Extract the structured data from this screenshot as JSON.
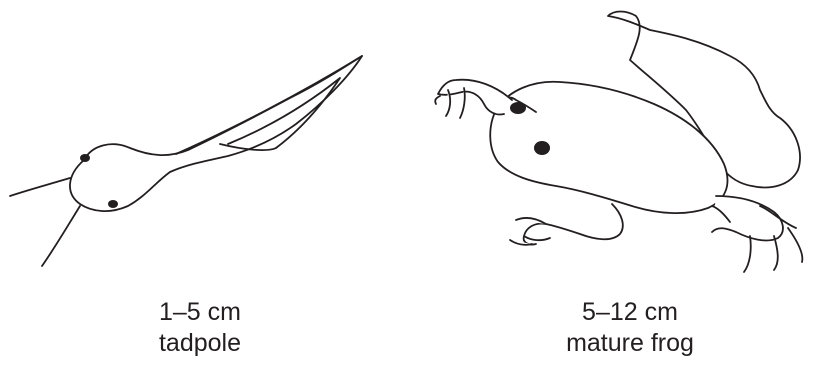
{
  "tadpole": {
    "size": "1–5 cm",
    "name": "tadpole"
  },
  "frog": {
    "size": "5–12 cm",
    "name": "mature frog"
  },
  "colors": {
    "outline": "#231f20",
    "fill": "#ffffff",
    "eye": "#231f20"
  },
  "icons": {
    "tadpole": "tadpole-icon",
    "frog": "frog-icon"
  }
}
